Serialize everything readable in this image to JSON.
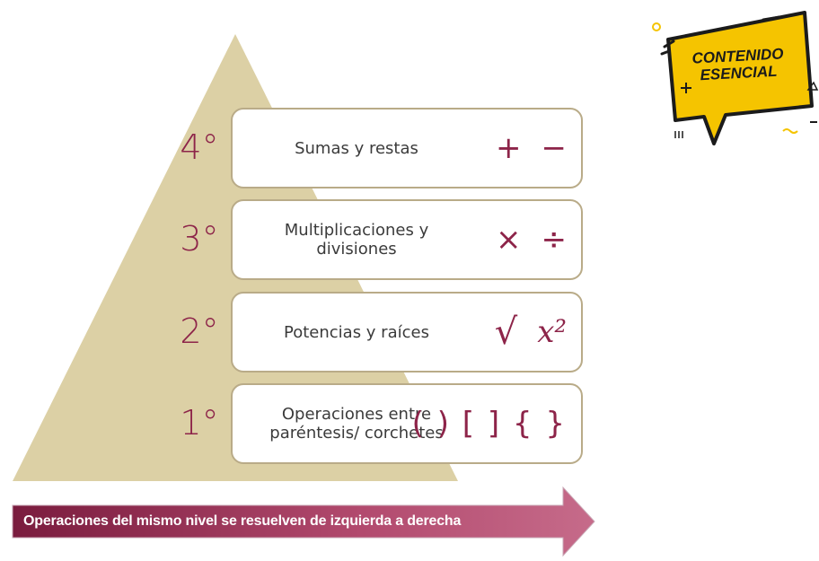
{
  "badge": {
    "line1": "CONTENIDO",
    "line2": "ESENCIAL"
  },
  "levels": [
    {
      "rank": "4°",
      "label": "Sumas y restas",
      "symbols": [
        "+",
        "−"
      ]
    },
    {
      "rank": "3°",
      "label_line1": "Multiplicaciones y",
      "label_line2": "divisiones",
      "symbols": [
        "×",
        "÷"
      ]
    },
    {
      "rank": "2°",
      "label": "Potencias y raíces",
      "symbols": [
        "√",
        "x²"
      ]
    },
    {
      "rank": "1°",
      "label_line1": "Operaciones entre",
      "label_line2": "paréntesis/ corchetes",
      "symbols": [
        "( ) [ ] { }"
      ]
    }
  ],
  "arrow_text": "Operaciones del mismo nivel se resuelven de izquierda a derecha",
  "colors": {
    "pyramid": "#dcd0a5",
    "accent": "#8d2449",
    "box_border": "#b9ab88",
    "badge_yellow": "#f5c400"
  }
}
